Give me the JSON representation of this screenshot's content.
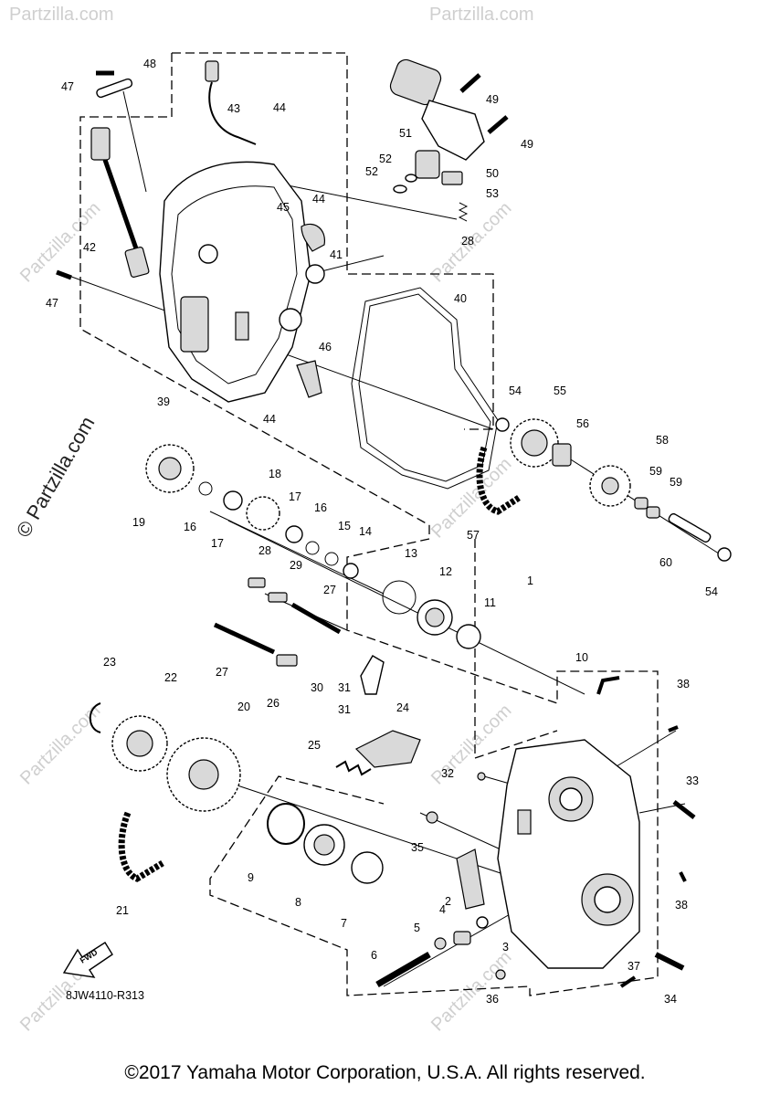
{
  "diagram": {
    "code": "8JW4110-R313",
    "fwd_label": "FWD",
    "watermark": "© Partzilla.com",
    "watermark_repeat": "Partzilla.com",
    "part_numbers": [
      "1",
      "2",
      "3",
      "4",
      "5",
      "6",
      "7",
      "8",
      "9",
      "10",
      "11",
      "12",
      "13",
      "14",
      "15",
      "16",
      "16",
      "17",
      "17",
      "18",
      "19",
      "20",
      "21",
      "22",
      "23",
      "24",
      "25",
      "26",
      "27",
      "27",
      "28",
      "28",
      "29",
      "30",
      "31",
      "31",
      "32",
      "33",
      "34",
      "35",
      "36",
      "37",
      "38",
      "38",
      "39",
      "40",
      "41",
      "42",
      "43",
      "44",
      "44",
      "44",
      "45",
      "46",
      "47",
      "47",
      "48",
      "49",
      "49",
      "50",
      "51",
      "52",
      "52",
      "53",
      "54",
      "54",
      "55",
      "56",
      "57",
      "58",
      "59",
      "59",
      "60"
    ]
  },
  "footer": {
    "copyright": "©2017 Yamaha Motor Corporation, U.S.A. All rights reserved."
  }
}
